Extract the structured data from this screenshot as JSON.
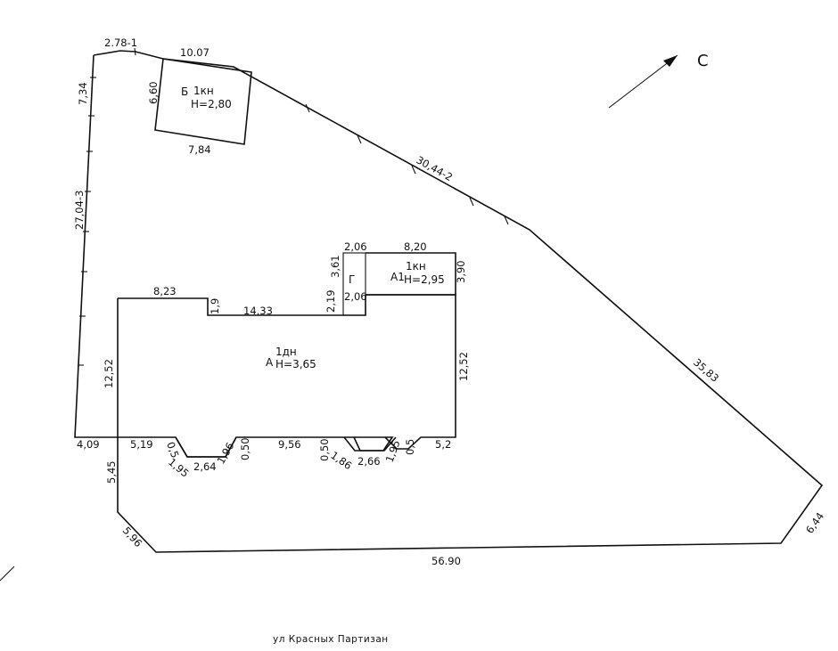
{
  "dims": {
    "d_2_78": "2.78-1",
    "d_10_07": "10.07",
    "d_7_34": "7,34",
    "d_27_04": "27,04-3",
    "d_30_44": "30,44-2",
    "d_35_83": "35,83",
    "d_6_44": "6,44",
    "d_56_90": "56.90",
    "d_5_96": "5,96",
    "d_5_45": "5,45",
    "d_4_09": "4,09",
    "b_6_60": "6,60",
    "b_7_84": "7,84",
    "a_8_23": "8,23",
    "a_1_9": "1,9",
    "a_14_33": "14,33",
    "a_2_19": "2,19",
    "a_3_61": "3,61",
    "a_2_06_top": "2,06",
    "a_2_06_mid": "2,06",
    "a_8_20": "8,20",
    "a_3_90": "3,90",
    "a_12_52_l": "12,52",
    "a_12_52_r": "12,52",
    "a_5_19": "5,19",
    "a_0_5_l": "0,5",
    "a_1_95_l": "1,95",
    "a_2_64": "2,64",
    "a_1_96": "1,96",
    "a_0_50_a": "0,50",
    "a_9_56": "9,56",
    "a_0_50_b": "0,50",
    "a_1_86": "1,86",
    "a_2_66": "2,66",
    "a_1_95_r": "1,95",
    "a_0_5_r": "0,5",
    "a_5_2": "5,2"
  },
  "buildings": {
    "b_letter": "Б",
    "b_floors": "1кн",
    "b_height": "Н=2,80",
    "a_letter": "А",
    "a_floors": "1дн",
    "a_height": "Н=3,65",
    "a1_letter": "А1",
    "a1_floors": "1кн",
    "a1_height": "Н=2,95",
    "g_letter": "Г"
  },
  "north_label": "С",
  "street": "ул Красных Партизан"
}
